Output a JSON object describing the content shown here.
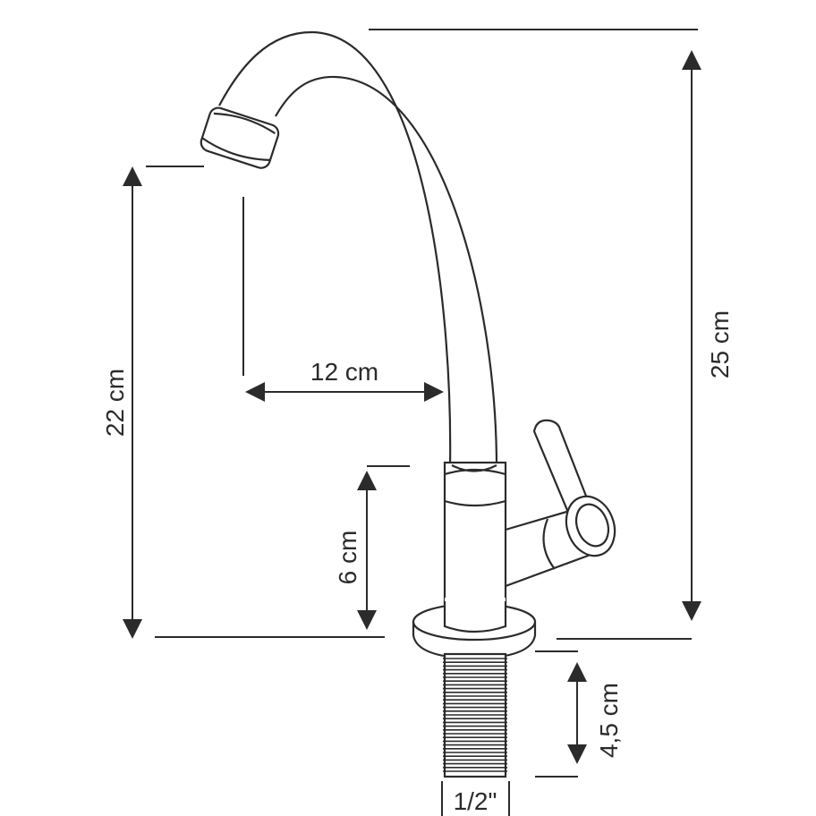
{
  "title": "Faucet dimensions",
  "dimensions": {
    "total_height": "25 cm",
    "spout_height": "22 cm",
    "spout_reach": "12 cm",
    "body_height": "6 cm",
    "thread_length": "4,5 cm",
    "thread_size": "1/2\""
  },
  "colors": {
    "line": "#2b2b2b",
    "background": "#ffffff"
  }
}
